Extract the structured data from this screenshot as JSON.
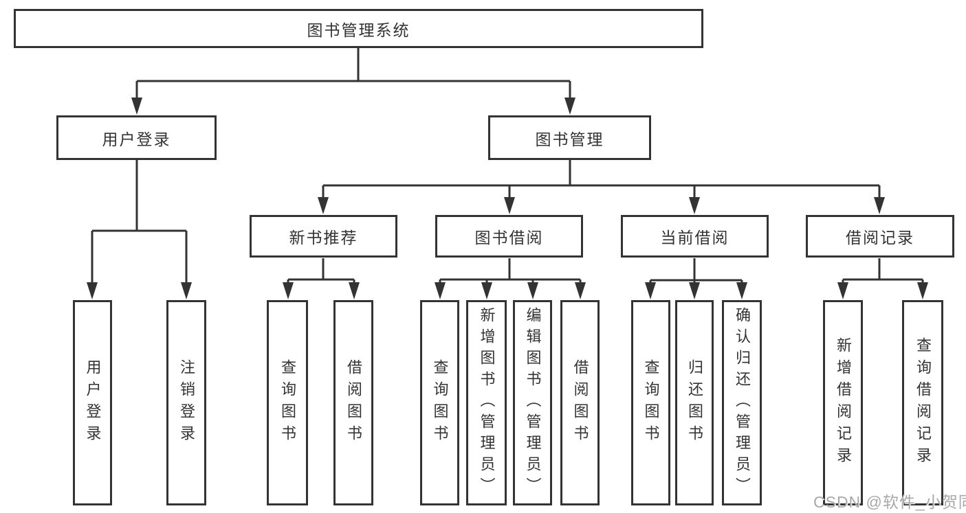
{
  "diagram": {
    "root": "图书管理系统",
    "user_login": {
      "label": "用户登录",
      "children": [
        "用户登录",
        "注销登录"
      ]
    },
    "book_management": {
      "label": "图书管理",
      "groups": [
        {
          "label": "新书推荐",
          "children": [
            "查询图书",
            "借阅图书"
          ]
        },
        {
          "label": "图书借阅",
          "children": [
            "查询图书",
            "新增图书（管理员）",
            "编辑图书（管理员）",
            "借阅图书"
          ]
        },
        {
          "label": "当前借阅",
          "children": [
            "查询图书",
            "归还图书",
            "确认归还（管理员）"
          ]
        },
        {
          "label": "借阅记录",
          "children": [
            "新增借阅记录",
            "查询借阅记录"
          ]
        }
      ]
    }
  },
  "colors": {
    "line": "#333333",
    "box_border": "#333333",
    "box_background": "#ffffff",
    "text": "#333333",
    "watermark": "#a8a8a8"
  },
  "watermark": {
    "text": "CSDN @软件_小贺同学"
  }
}
